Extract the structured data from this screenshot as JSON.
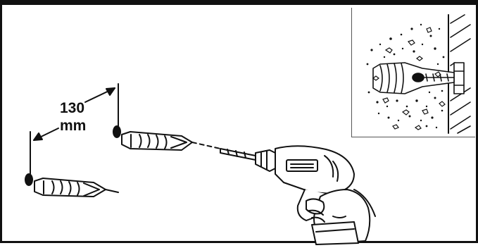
{
  "dimension": {
    "value": "130",
    "unit": "mm"
  },
  "colors": {
    "ink": "#111111",
    "background": "#ffffff"
  },
  "icons": [
    "wall-plug-anchor",
    "drill-icon",
    "hand",
    "wall-section",
    "dimension-arrow"
  ]
}
